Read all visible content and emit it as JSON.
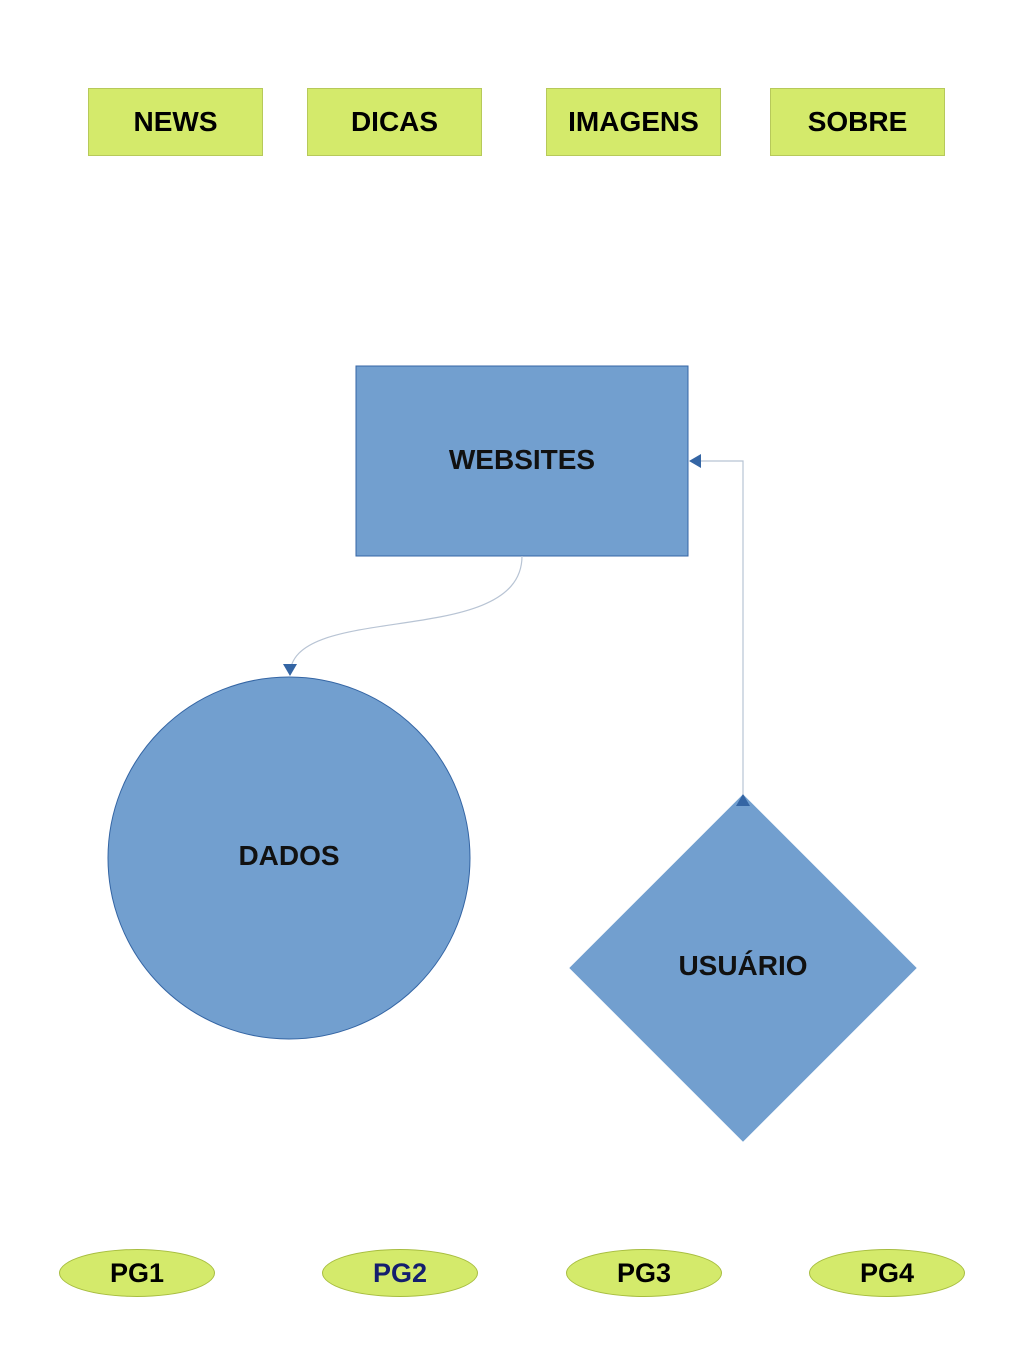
{
  "nav": {
    "items": [
      {
        "label": "NEWS"
      },
      {
        "label": "DICAS"
      },
      {
        "label": "IMAGENS"
      },
      {
        "label": "SOBRE"
      }
    ]
  },
  "diagram": {
    "nodes": {
      "websites": "WEBSITES",
      "dados": "DADOS",
      "usuario": "USUÁRIO"
    },
    "edges": [
      {
        "from": "websites",
        "to": "dados",
        "direction": "one-way"
      },
      {
        "from": "websites",
        "to": "usuario",
        "direction": "two-way"
      }
    ],
    "colors": {
      "shape_fill": "#729fcf",
      "shape_stroke": "#3465a4",
      "nav_fill": "#d4ea6b",
      "arrow": "#3465a4",
      "connector": "#b8c4d4"
    }
  },
  "pages": {
    "items": [
      {
        "label": "PG1"
      },
      {
        "label": "PG2"
      },
      {
        "label": "PG3"
      },
      {
        "label": "PG4"
      }
    ]
  }
}
